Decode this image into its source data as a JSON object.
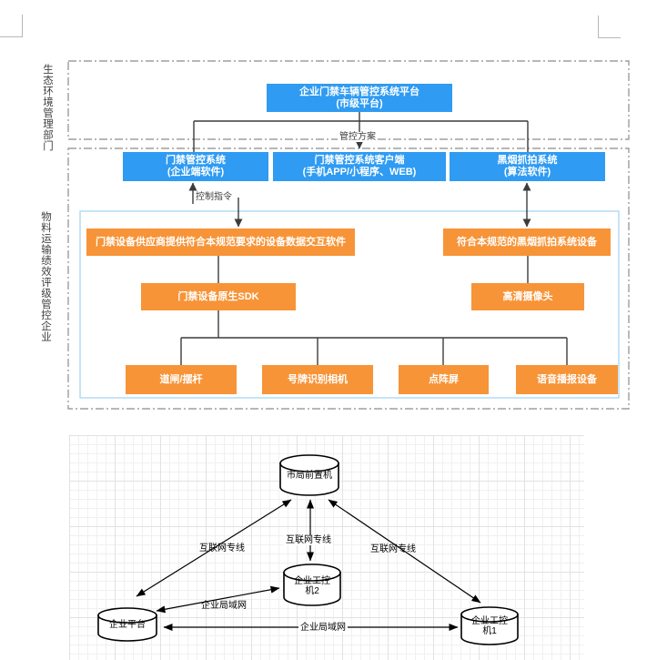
{
  "colors": {
    "blue": "#2F9BF2",
    "orange": "#F79438",
    "connector": "#3C3C3C",
    "dash_border": "#8C8C8C",
    "inner_border": "#A6D5F5",
    "grid_minor": "#F0F0F0",
    "grid_major": "#E2E2E2",
    "mark": "#B8B8B8"
  },
  "section1": {
    "side_label": "生态环境管理部门",
    "platform": {
      "line1": "企业门禁车辆管控系统平台",
      "line2": "(市级平台)"
    },
    "flow_label": "管控方案"
  },
  "section2": {
    "side_label": "物料运输绩效评级管控企业",
    "blue_boxes": [
      {
        "line1": "门禁管控系统",
        "line2": "(企业端软件)"
      },
      {
        "line1": "门禁管控系统客户端",
        "line2": "(手机APP/小程序、WEB)"
      },
      {
        "line1": "黑烟抓拍系统",
        "line2": "(算法软件)"
      }
    ],
    "control_label": "控制指令",
    "supplier_box": "门禁设备供应商提供符合本规范要求的设备数据交互软件",
    "smoke_device_box": "符合本规范的黑烟抓拍系统设备",
    "sdk_box": "门禁设备原生SDK",
    "camera_box": "高清摄像头",
    "devices": [
      "道闸/摆杆",
      "号牌识别相机",
      "点阵屏",
      "语音播报设备"
    ]
  },
  "network": {
    "nodes": [
      {
        "lines": [
          "市局前置机"
        ]
      },
      {
        "lines": [
          "企业工控",
          "机2"
        ]
      },
      {
        "lines": [
          "企业平台"
        ]
      },
      {
        "lines": [
          "企业工控",
          "机1"
        ]
      }
    ],
    "edge_labels": {
      "internet_left": "互联网专线",
      "internet_center": "互联网专线",
      "internet_right": "互联网专线",
      "lan_diagonal": "企业局域网",
      "lan_horizontal": "企业局域网"
    }
  }
}
